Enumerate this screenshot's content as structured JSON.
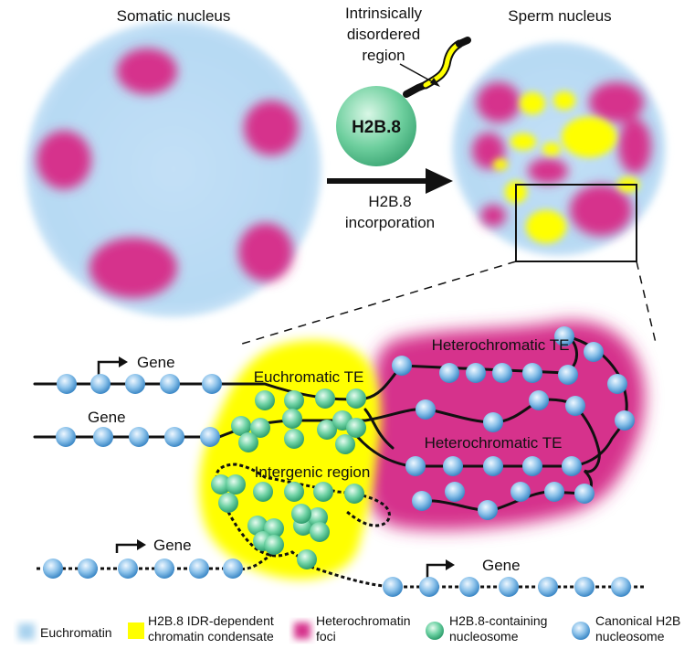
{
  "labels": {
    "somatic": "Somatic nucleus",
    "sperm": "Sperm nucleus",
    "idr_line1": "Intrinsically",
    "idr_line2": "disordered",
    "idr_line3": "region",
    "protein": "H2B.8",
    "arrow_line1": "H2B.8",
    "arrow_line2": "incorporation",
    "gene1": "Gene",
    "gene2": "Gene",
    "gene3": "Gene",
    "gene4": "Gene",
    "euchromatic_te": "Euchromatic TE",
    "heterochromatic_te1": "Heterochromatic TE",
    "heterochromatic_te2": "Heterochromatic TE",
    "intergenic": "Intergenic region"
  },
  "legend": [
    {
      "label_line1": "Euchromatin",
      "label_line2": "",
      "symbol": "square",
      "color": "#a9d2ee"
    },
    {
      "label_line1": "H2B.8 IDR-dependent",
      "label_line2": "chromatin condensate",
      "symbol": "square",
      "color": "#ffff00"
    },
    {
      "label_line1": "Heterochromatin",
      "label_line2": "foci",
      "symbol": "square",
      "color": "#d6338c"
    },
    {
      "label_line1": "H2B.8-containing",
      "label_line2": "nucleosome",
      "symbol": "circle",
      "color": "#5cc79a"
    },
    {
      "label_line1": "Canonical H2B",
      "label_line2": "nucleosome",
      "symbol": "circle",
      "color": "#5ca9e0"
    }
  ],
  "colors": {
    "euchromatin": "#bcdcf4",
    "heterochromatin": "#d6338c",
    "condensate": "#ffff00",
    "h2b8": "#5cc79a",
    "canonical": "#5ca9e0"
  }
}
